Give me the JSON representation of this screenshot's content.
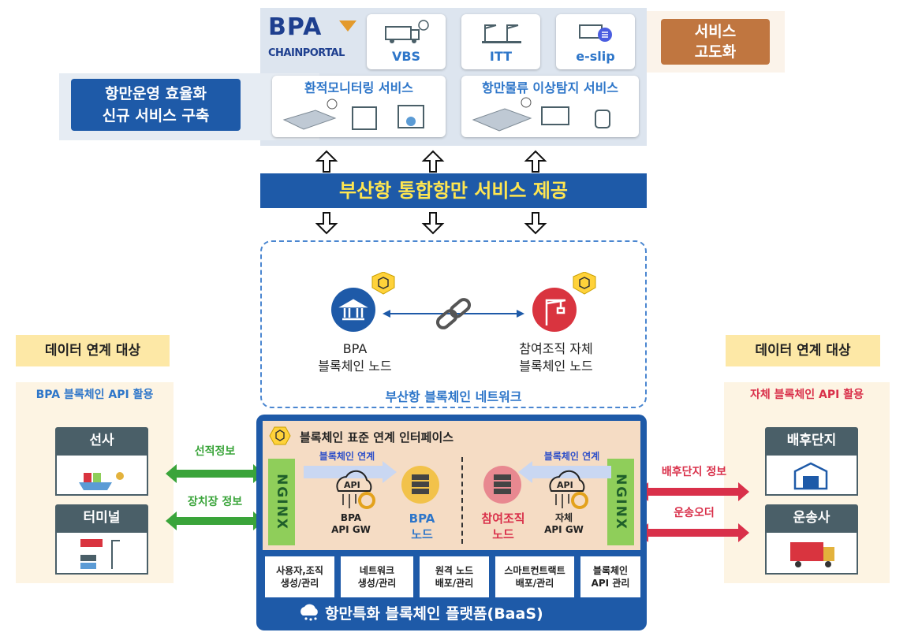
{
  "top": {
    "logo_main": "BPA",
    "logo_sub": "CHAINPORTAL",
    "services": [
      "VBS",
      "ITT",
      "e-slip"
    ],
    "brown_box": "서비스\n고도화",
    "left_title": "항만운영 효율화\n신규 서비스 구축",
    "monitor": "환적모니터링 서비스",
    "anomaly": "항만물류 이상탐지 서비스"
  },
  "banner": "부산항 통합항만 서비스 제공",
  "network": {
    "bpa_node": "BPA\n블록체인 노드",
    "org_node": "참여조직 자체\n블록체인 노드",
    "caption": "부산항 블록체인 네트워크"
  },
  "left": {
    "head": "데이터 연계 대상",
    "sub": "BPA 블록체인 API 활용",
    "entities": [
      "선사",
      "터미널"
    ],
    "links": [
      "선적정보",
      "장치장 정보"
    ]
  },
  "right": {
    "head": "데이터 연계 대상",
    "sub": "자체 블록체인 API 활용",
    "entities": [
      "배후단지",
      "운송사"
    ],
    "links": [
      "배후단지 정보",
      "운송오더"
    ]
  },
  "iface": {
    "title": "블록체인 표준 연계 인터페이스",
    "link_left": "블록체인 연계",
    "link_right": "블록체인 연계",
    "bpa_gw": "BPA\nAPI GW",
    "bpa_node": "BPA\n노드",
    "org_node": "참여조직\n노드",
    "self_gw": "자체\nAPI GW",
    "nginx": "NGINX"
  },
  "baas": {
    "cells": [
      "사용자,조직\n생성/관리",
      "네트워크\n생성/관리",
      "원격 노드\n배포/관리",
      "스마트컨트랙트\n배포/관리",
      "블록체인\nAPI 관리"
    ],
    "title": "항만특화 블록체인 플랫폼(BaaS)"
  },
  "colors": {
    "blue": "#1e5aa8",
    "green": "#3aa43a",
    "red": "#d9304a",
    "yellow": "#ffe650"
  }
}
